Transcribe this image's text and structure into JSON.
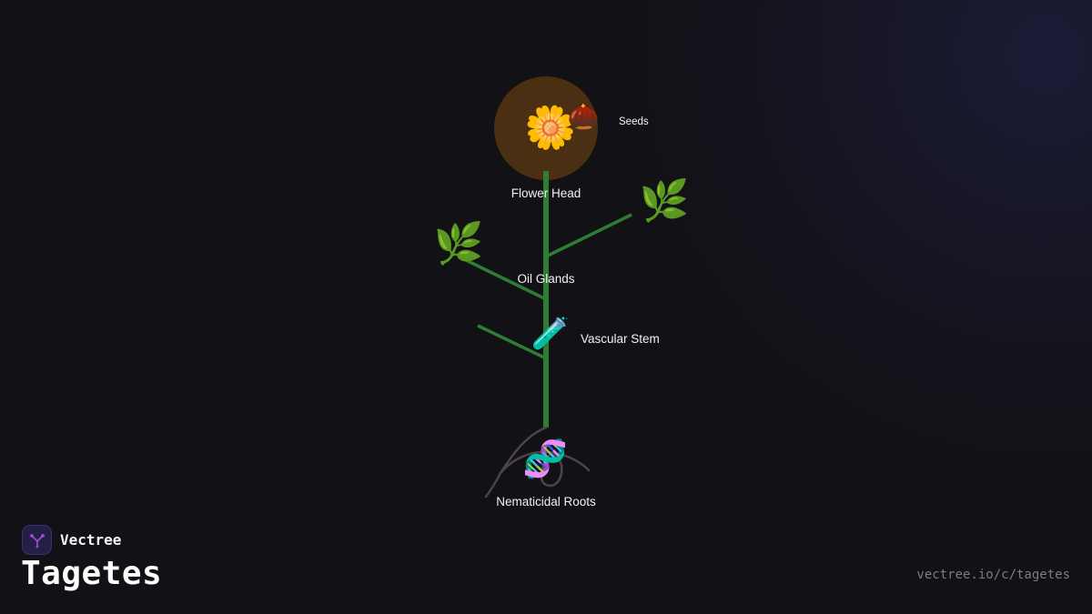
{
  "brand": {
    "name": "Vectree",
    "logo_icon": "vectree-logo-icon",
    "logo_color": "#a64bd6"
  },
  "page": {
    "title": "Tagetes",
    "url": "vectree.io/c/tagetes"
  },
  "diagram": {
    "labels": {
      "flower_head": "Flower Head",
      "seeds": "Seeds",
      "oil_glands": "Oil Glands",
      "vascular_stem": "Vascular Stem",
      "nematicidal_roots": "Nematicidal Roots"
    },
    "icons": {
      "flower_head": "🌼",
      "seeds": "🌰",
      "leaf_left": "🌿",
      "leaf_right": "🌿",
      "vascular_stem": "🧪",
      "nematicidal_roots": "🧬"
    },
    "colors": {
      "stem": "#2e7d32",
      "flower_circle": "#4a2f12",
      "roots": "#4d4448",
      "background": "#111116"
    }
  }
}
